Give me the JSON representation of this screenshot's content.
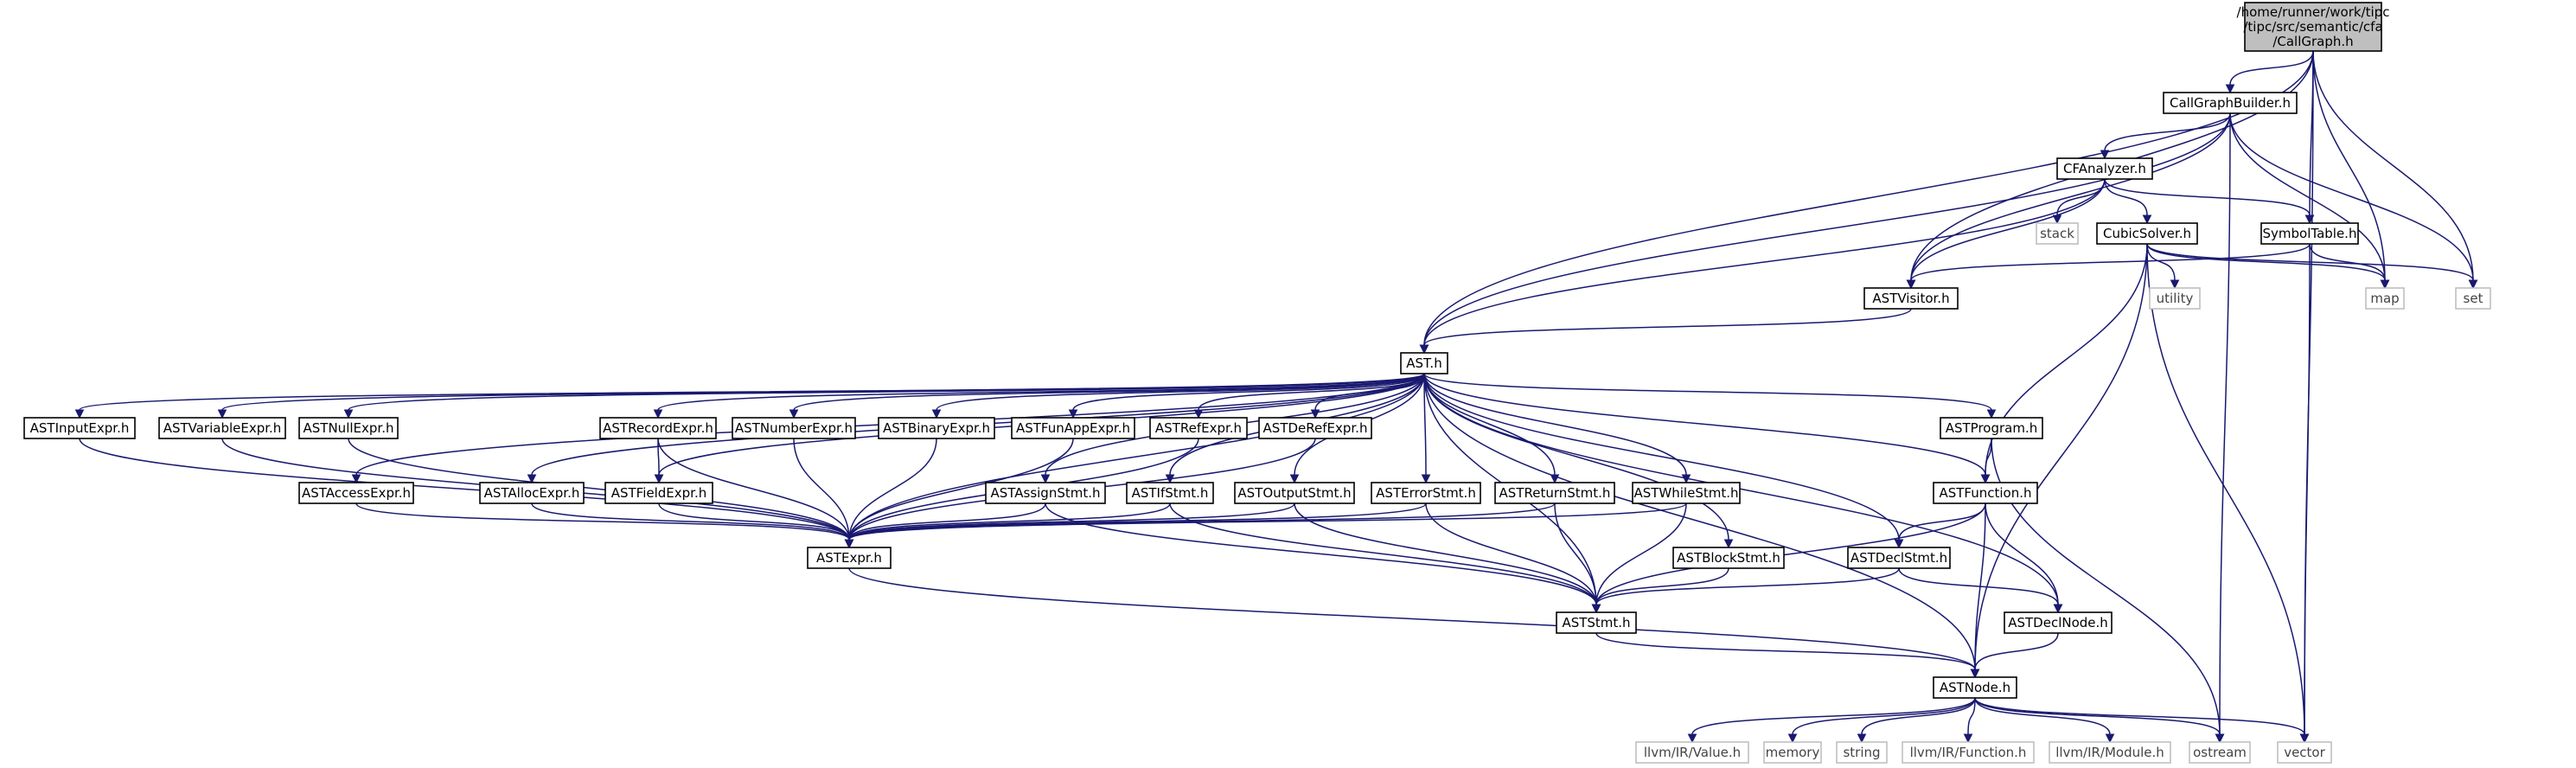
{
  "graph": {
    "nodes": [
      {
        "id": "callgraph",
        "label": "/home/runner/work/tipc/tipc/src/semantic/cfa/CallGraph.h",
        "lines": [
          "/home/runner/work/tipc",
          "/tipc/src/semantic/cfa",
          "/CallGraph.h"
        ],
        "style": "root"
      },
      {
        "id": "cgbuilder",
        "label": "CallGraphBuilder.h",
        "style": "internal"
      },
      {
        "id": "cfanalyzer",
        "label": "CFAnalyzer.h",
        "style": "internal"
      },
      {
        "id": "stack",
        "label": "stack",
        "style": "external"
      },
      {
        "id": "cubic",
        "label": "CubicSolver.h",
        "style": "internal"
      },
      {
        "id": "symtab",
        "label": "SymbolTable.h",
        "style": "internal"
      },
      {
        "id": "utility",
        "label": "utility",
        "style": "external"
      },
      {
        "id": "map",
        "label": "map",
        "style": "external"
      },
      {
        "id": "set",
        "label": "set",
        "style": "external"
      },
      {
        "id": "astvisitor",
        "label": "ASTVisitor.h",
        "style": "internal"
      },
      {
        "id": "ast",
        "label": "AST.h",
        "style": "internal"
      },
      {
        "id": "inputexpr",
        "label": "ASTInputExpr.h",
        "style": "internal"
      },
      {
        "id": "varexpr",
        "label": "ASTVariableExpr.h",
        "style": "internal"
      },
      {
        "id": "nullexpr",
        "label": "ASTNullExpr.h",
        "style": "internal"
      },
      {
        "id": "accessexpr",
        "label": "ASTAccessExpr.h",
        "style": "internal"
      },
      {
        "id": "allocexpr",
        "label": "ASTAllocExpr.h",
        "style": "internal"
      },
      {
        "id": "recordexpr",
        "label": "ASTRecordExpr.h",
        "style": "internal"
      },
      {
        "id": "fieldexpr",
        "label": "ASTFieldExpr.h",
        "style": "internal"
      },
      {
        "id": "numexpr",
        "label": "ASTNumberExpr.h",
        "style": "internal"
      },
      {
        "id": "binexpr",
        "label": "ASTBinaryExpr.h",
        "style": "internal"
      },
      {
        "id": "funappexpr",
        "label": "ASTFunAppExpr.h",
        "style": "internal"
      },
      {
        "id": "refexpr",
        "label": "ASTRefExpr.h",
        "style": "internal"
      },
      {
        "id": "derefexpr",
        "label": "ASTDeRefExpr.h",
        "style": "internal"
      },
      {
        "id": "assignstmt",
        "label": "ASTAssignStmt.h",
        "style": "internal"
      },
      {
        "id": "ifstmt",
        "label": "ASTIfStmt.h",
        "style": "internal"
      },
      {
        "id": "outputstmt",
        "label": "ASTOutputStmt.h",
        "style": "internal"
      },
      {
        "id": "errorstmt",
        "label": "ASTErrorStmt.h",
        "style": "internal"
      },
      {
        "id": "returnstmt",
        "label": "ASTReturnStmt.h",
        "style": "internal"
      },
      {
        "id": "whilestmt",
        "label": "ASTWhileStmt.h",
        "style": "internal"
      },
      {
        "id": "program",
        "label": "ASTProgram.h",
        "style": "internal"
      },
      {
        "id": "function",
        "label": "ASTFunction.h",
        "style": "internal"
      },
      {
        "id": "expr",
        "label": "ASTExpr.h",
        "style": "internal"
      },
      {
        "id": "blockstmt",
        "label": "ASTBlockStmt.h",
        "style": "internal"
      },
      {
        "id": "declstmt",
        "label": "ASTDeclStmt.h",
        "style": "internal"
      },
      {
        "id": "stmt",
        "label": "ASTStmt.h",
        "style": "internal"
      },
      {
        "id": "declnode",
        "label": "ASTDeclNode.h",
        "style": "internal"
      },
      {
        "id": "node",
        "label": "ASTNode.h",
        "style": "internal"
      },
      {
        "id": "llvmvalue",
        "label": "llvm/IR/Value.h",
        "style": "external"
      },
      {
        "id": "memory",
        "label": "memory",
        "style": "external"
      },
      {
        "id": "string",
        "label": "string",
        "style": "external"
      },
      {
        "id": "llvmfunction",
        "label": "llvm/IR/Function.h",
        "style": "external"
      },
      {
        "id": "llvmmodule",
        "label": "llvm/IR/Module.h",
        "style": "external"
      },
      {
        "id": "ostream",
        "label": "ostream",
        "style": "external"
      },
      {
        "id": "vector",
        "label": "vector",
        "style": "external"
      }
    ],
    "edges": [
      [
        "callgraph",
        "cgbuilder"
      ],
      [
        "callgraph",
        "ast"
      ],
      [
        "callgraph",
        "astvisitor"
      ],
      [
        "callgraph",
        "symtab"
      ],
      [
        "callgraph",
        "map"
      ],
      [
        "callgraph",
        "set"
      ],
      [
        "callgraph",
        "vector"
      ],
      [
        "cgbuilder",
        "cfanalyzer"
      ],
      [
        "cgbuilder",
        "ast"
      ],
      [
        "cgbuilder",
        "astvisitor"
      ],
      [
        "cgbuilder",
        "map"
      ],
      [
        "cgbuilder",
        "set"
      ],
      [
        "cgbuilder",
        "ostream"
      ],
      [
        "cfanalyzer",
        "stack"
      ],
      [
        "cfanalyzer",
        "cubic"
      ],
      [
        "cfanalyzer",
        "symtab"
      ],
      [
        "cfanalyzer",
        "astvisitor"
      ],
      [
        "cfanalyzer",
        "ast"
      ],
      [
        "cubic",
        "utility"
      ],
      [
        "cubic",
        "map"
      ],
      [
        "cubic",
        "set"
      ],
      [
        "cubic",
        "vector"
      ],
      [
        "cubic",
        "function"
      ],
      [
        "cubic",
        "node"
      ],
      [
        "symtab",
        "astvisitor"
      ],
      [
        "symtab",
        "map"
      ],
      [
        "symtab",
        "vector"
      ],
      [
        "astvisitor",
        "ast"
      ],
      [
        "ast",
        "inputexpr"
      ],
      [
        "ast",
        "varexpr"
      ],
      [
        "ast",
        "nullexpr"
      ],
      [
        "ast",
        "accessexpr"
      ],
      [
        "ast",
        "allocexpr"
      ],
      [
        "ast",
        "recordexpr"
      ],
      [
        "ast",
        "fieldexpr"
      ],
      [
        "ast",
        "numexpr"
      ],
      [
        "ast",
        "binexpr"
      ],
      [
        "ast",
        "funappexpr"
      ],
      [
        "ast",
        "refexpr"
      ],
      [
        "ast",
        "derefexpr"
      ],
      [
        "ast",
        "assignstmt"
      ],
      [
        "ast",
        "ifstmt"
      ],
      [
        "ast",
        "outputstmt"
      ],
      [
        "ast",
        "errorstmt"
      ],
      [
        "ast",
        "returnstmt"
      ],
      [
        "ast",
        "whilestmt"
      ],
      [
        "ast",
        "program"
      ],
      [
        "ast",
        "function"
      ],
      [
        "ast",
        "expr"
      ],
      [
        "ast",
        "blockstmt"
      ],
      [
        "ast",
        "declstmt"
      ],
      [
        "ast",
        "stmt"
      ],
      [
        "ast",
        "declnode"
      ],
      [
        "ast",
        "node"
      ],
      [
        "inputexpr",
        "expr"
      ],
      [
        "varexpr",
        "expr"
      ],
      [
        "nullexpr",
        "expr"
      ],
      [
        "accessexpr",
        "expr"
      ],
      [
        "allocexpr",
        "expr"
      ],
      [
        "recordexpr",
        "expr"
      ],
      [
        "recordexpr",
        "fieldexpr"
      ],
      [
        "fieldexpr",
        "expr"
      ],
      [
        "numexpr",
        "expr"
      ],
      [
        "binexpr",
        "expr"
      ],
      [
        "funappexpr",
        "expr"
      ],
      [
        "refexpr",
        "expr"
      ],
      [
        "derefexpr",
        "expr"
      ],
      [
        "assignstmt",
        "expr"
      ],
      [
        "assignstmt",
        "stmt"
      ],
      [
        "ifstmt",
        "expr"
      ],
      [
        "ifstmt",
        "stmt"
      ],
      [
        "outputstmt",
        "expr"
      ],
      [
        "outputstmt",
        "stmt"
      ],
      [
        "errorstmt",
        "expr"
      ],
      [
        "errorstmt",
        "stmt"
      ],
      [
        "returnstmt",
        "expr"
      ],
      [
        "returnstmt",
        "stmt"
      ],
      [
        "whilestmt",
        "expr"
      ],
      [
        "whilestmt",
        "stmt"
      ],
      [
        "program",
        "function"
      ],
      [
        "program",
        "ostream"
      ],
      [
        "function",
        "declnode"
      ],
      [
        "function",
        "declstmt"
      ],
      [
        "function",
        "stmt"
      ],
      [
        "function",
        "node"
      ],
      [
        "expr",
        "node"
      ],
      [
        "blockstmt",
        "stmt"
      ],
      [
        "declstmt",
        "stmt"
      ],
      [
        "declstmt",
        "declnode"
      ],
      [
        "stmt",
        "node"
      ],
      [
        "declnode",
        "node"
      ],
      [
        "node",
        "llvmvalue"
      ],
      [
        "node",
        "memory"
      ],
      [
        "node",
        "string"
      ],
      [
        "node",
        "llvmfunction"
      ],
      [
        "node",
        "llvmmodule"
      ],
      [
        "node",
        "ostream"
      ],
      [
        "node",
        "vector"
      ]
    ]
  },
  "colors": {
    "edge": "#191970",
    "root_fill": "#bfbfbf",
    "root_stroke": "#000000",
    "internal_fill": "#ffffff",
    "internal_stroke": "#000000",
    "external_fill": "#ffffff",
    "external_stroke": "#bfbfbf"
  }
}
